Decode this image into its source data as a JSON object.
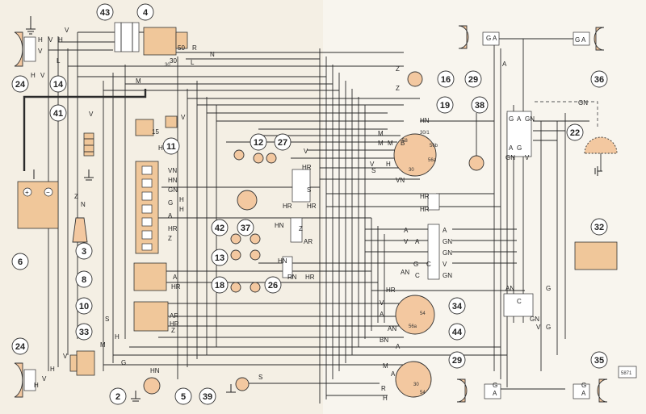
{
  "components": {
    "c2": "2",
    "c3": "3",
    "c4": "4",
    "c5": "5",
    "c6": "6",
    "c8": "8",
    "c10": "10",
    "c11": "11",
    "c12": "12",
    "c13": "13",
    "c14": "14",
    "c16": "16",
    "c18": "18",
    "c19": "19",
    "c22": "22",
    "c24a": "24",
    "c24b": "24",
    "c26": "26",
    "c27": "27",
    "c29a": "29",
    "c29b": "29",
    "c32": "32",
    "c33": "33",
    "c34": "34",
    "c35": "35",
    "c36": "36",
    "c37": "37",
    "c38": "38",
    "c39": "39",
    "c41": "41",
    "c42": "42",
    "c43": "43",
    "c44": "44"
  },
  "labels": {
    "H": "H",
    "V": "V",
    "L": "L",
    "M": "M",
    "N": "N",
    "R": "R",
    "Z": "Z",
    "B": "B",
    "S": "S",
    "G": "G",
    "A": "A",
    "C": "C",
    "HN": "HN",
    "HR": "HR",
    "VN": "VN",
    "GN": "GN",
    "AN": "AN",
    "AR": "AR",
    "RN": "RN",
    "BN": "BN",
    "t30": "30",
    "t50": "50",
    "t58": "58",
    "t56a": "56a",
    "t56b": "56b",
    "t54": "54",
    "t15": "15",
    "t30_1": "30/1",
    "ref": "5871"
  },
  "colors": {
    "background": "#f4efe4",
    "component_fill": "#f0c79a",
    "wire": "#2a2a2a"
  }
}
